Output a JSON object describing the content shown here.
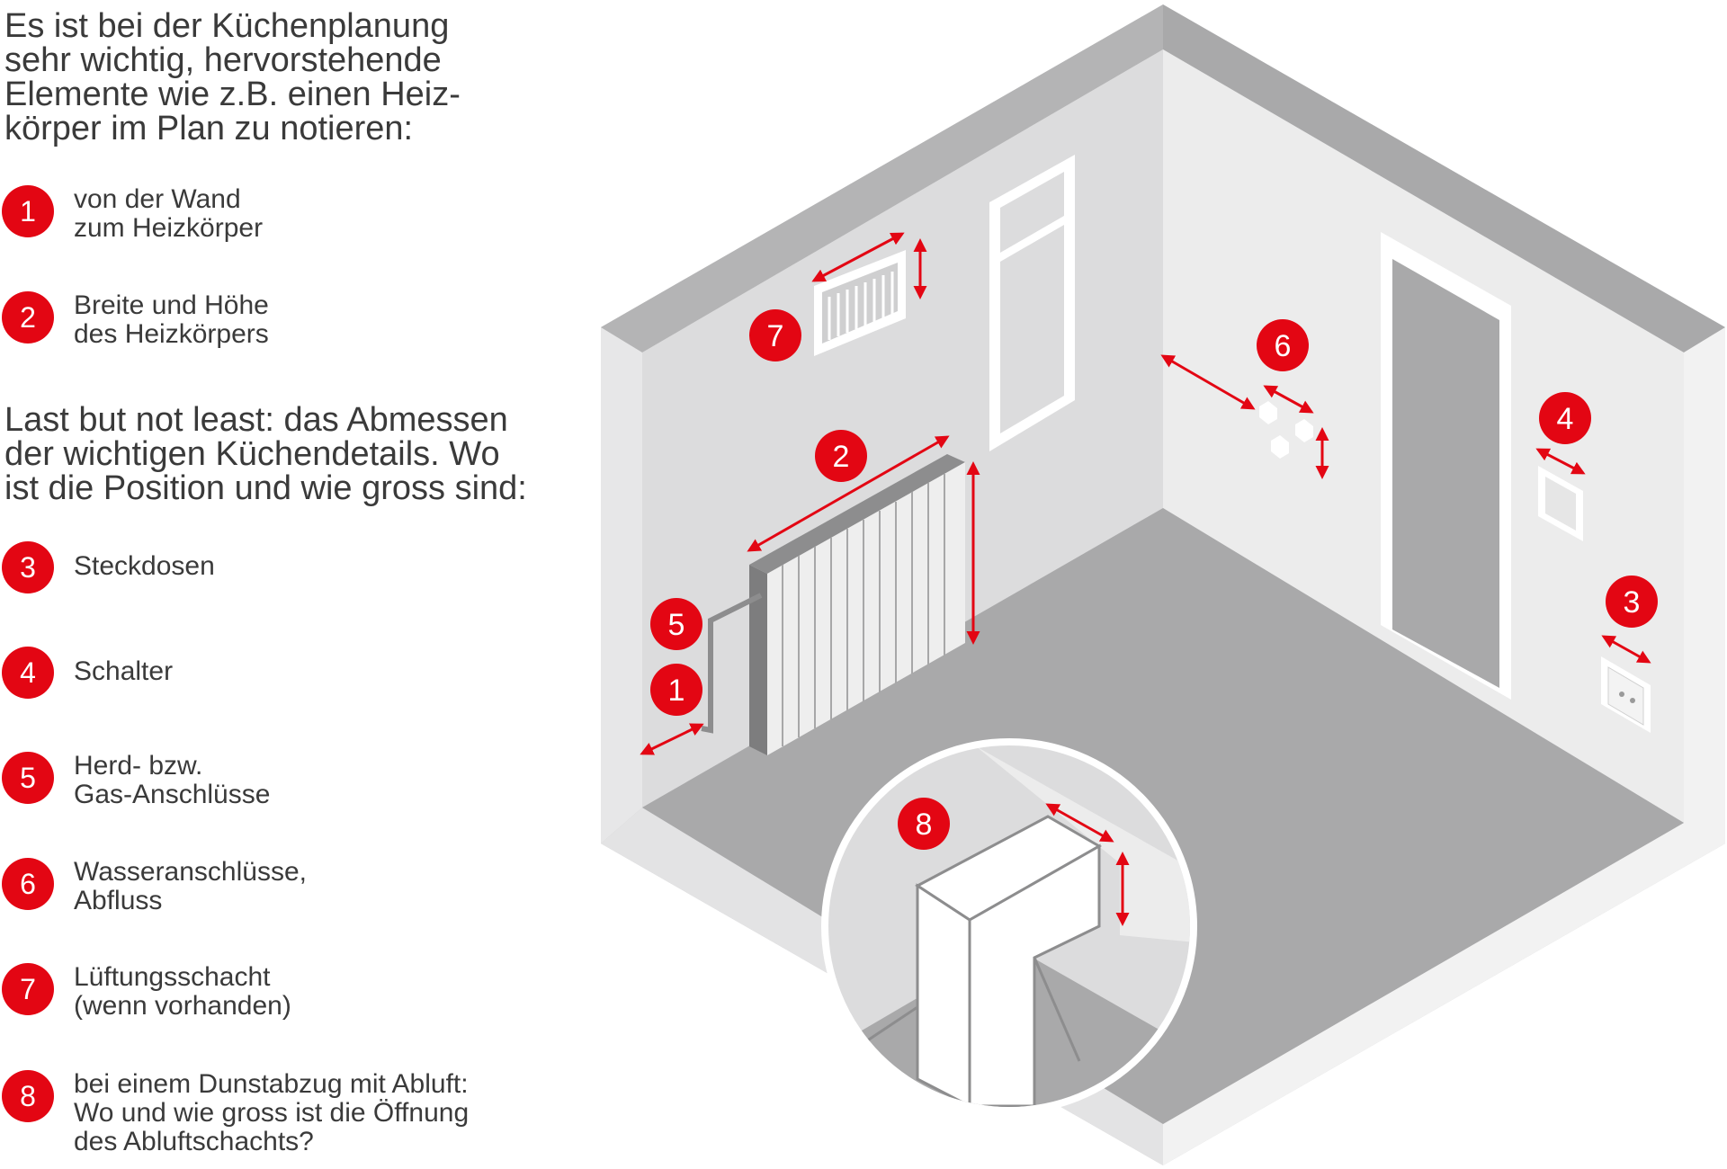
{
  "intro1": {
    "lines": [
      "Es ist bei der Küchenplanung",
      "sehr wichtig, hervorstehende",
      "Elemente wie z.B. einen Heiz-",
      "körper im Plan zu notieren:"
    ]
  },
  "intro2": {
    "lines": [
      "Last but not least: das Abmessen",
      "der wichtigen Küchendetails. Wo",
      "ist die Position und wie gross sind:"
    ]
  },
  "items": [
    {
      "number": "1",
      "lines": [
        "von der Wand",
        "zum Heizkörper"
      ]
    },
    {
      "number": "2",
      "lines": [
        "Breite und Höhe",
        "des Heizkörpers"
      ]
    },
    {
      "number": "3",
      "lines": [
        "Steckdosen"
      ]
    },
    {
      "number": "4",
      "lines": [
        "Schalter"
      ]
    },
    {
      "number": "5",
      "lines": [
        "Herd- bzw.",
        "Gas-Anschlüsse"
      ]
    },
    {
      "number": "6",
      "lines": [
        "Wasseranschlüsse,",
        "Abfluss"
      ]
    },
    {
      "number": "7",
      "lines": [
        "Lüftungsschacht",
        "(wenn vorhanden)"
      ]
    },
    {
      "number": "8",
      "lines": [
        "bei einem Dunstabzug mit Abluft:",
        "Wo und wie gross ist die Öffnung",
        "des Abluftschachts?"
      ]
    }
  ],
  "markers": {
    "m1": "1",
    "m2": "2",
    "m3": "3",
    "m4": "4",
    "m5": "5",
    "m6": "6",
    "m7": "7",
    "m8": "8"
  },
  "colors": {
    "accent": "#e30613",
    "text": "#3a3a3a",
    "wall_left": "#dcdcdd",
    "wall_right": "#ececec",
    "floor": "#a9a9aa",
    "wall_top": "#b4b4b5"
  }
}
